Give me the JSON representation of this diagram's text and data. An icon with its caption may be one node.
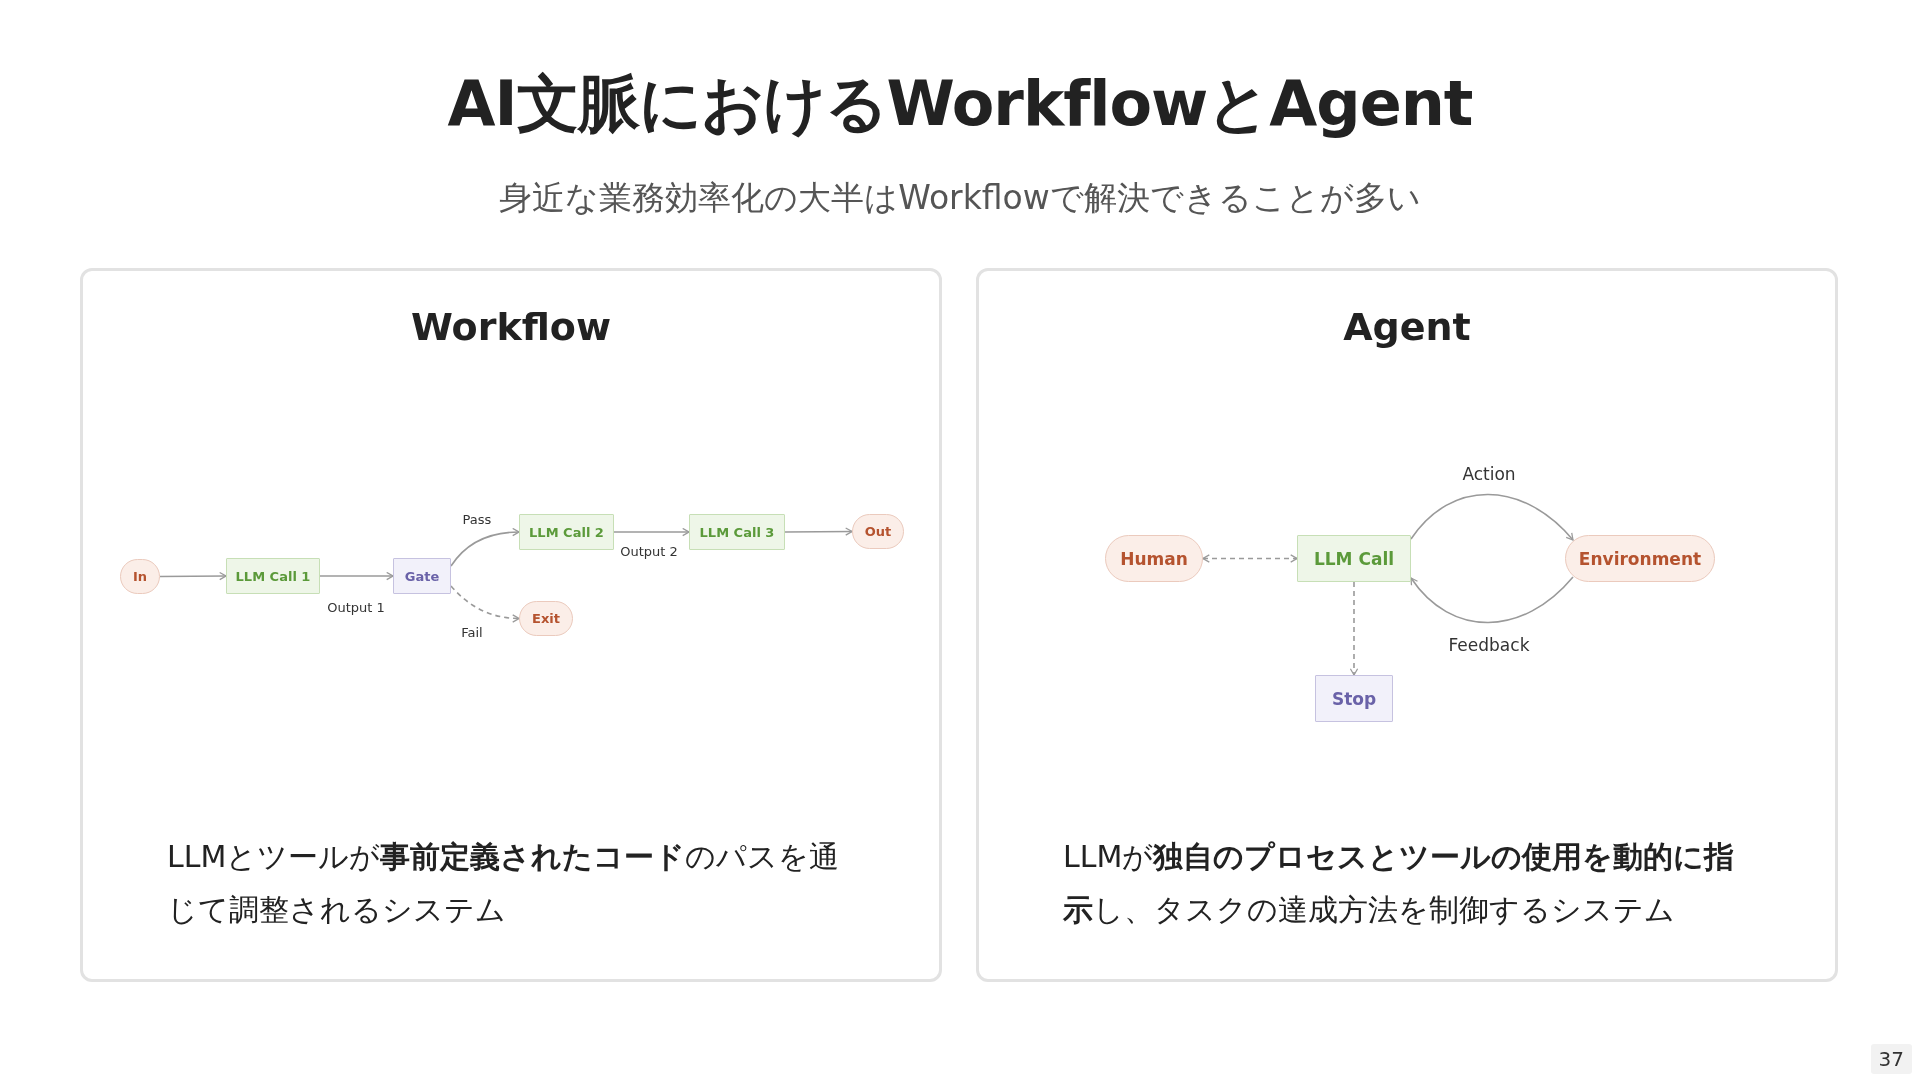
{
  "diagram": {
    "title": "AI文脈におけるWorkflowとAgent",
    "nodes": [
      {
        "text": [
          "Workflow",
          "LLMとツールが**事前定義されたコード**のパスを通じて調整されるシステム"
        ]
      },
      {
        "text": [
          "In"
        ],
        "in": 0
      },
      {
        "text": [
          "LLM Call 1"
        ],
        "in": 0
      },
      {
        "text": [
          "Gate"
        ],
        "in": 0
      },
      {
        "text": [
          "LLM Call 2"
        ],
        "in": 0
      },
      {
        "text": [
          "LLM Call 3"
        ],
        "in": 0
      },
      {
        "text": [
          "Out"
        ],
        "in": 0
      },
      {
        "text": [
          "Exit"
        ],
        "in": 0
      },
      {
        "text": [
          "Agent",
          "LLMが**独自のプロセスとツールの使用を動的に指示**し、タスクの達成方法を制御するシステム"
        ]
      },
      {
        "text": [
          "Human"
        ],
        "in": 8
      },
      {
        "text": [
          "LLM Call"
        ],
        "in": 8
      },
      {
        "text": [
          "Environment"
        ],
        "in": 8
      },
      {
        "text": [
          "Stop"
        ],
        "in": 8
      }
    ],
    "edges": [
      {
        "from": 1,
        "to": 2,
        "arrow": "to"
      },
      {
        "from": 2,
        "to": 3,
        "arrow": "to",
        "label": "Output 1"
      },
      {
        "from": 3,
        "to": 4,
        "arrow": "to",
        "label": "Pass"
      },
      {
        "from": 3,
        "to": 7,
        "arrow": "to",
        "label": "Fail",
        "style": "dashed"
      },
      {
        "from": 4,
        "to": 5,
        "arrow": "to",
        "label": "Output 2"
      },
      {
        "from": 5,
        "to": 6,
        "arrow": "to"
      },
      {
        "from": 9,
        "to": 10,
        "arrow": "both",
        "style": "dashed"
      },
      {
        "from": 10,
        "to": 11,
        "arrow": "to",
        "label": "Action"
      },
      {
        "from": 11,
        "to": 10,
        "arrow": "to",
        "label": "Feedback"
      },
      {
        "from": 10,
        "to": 12,
        "arrow": "to",
        "style": "dashed"
      }
    ],
    "labels": [
      "身近な業務効率化の大半はWorkflowで解決できることが多い",
      "37"
    ]
  }
}
